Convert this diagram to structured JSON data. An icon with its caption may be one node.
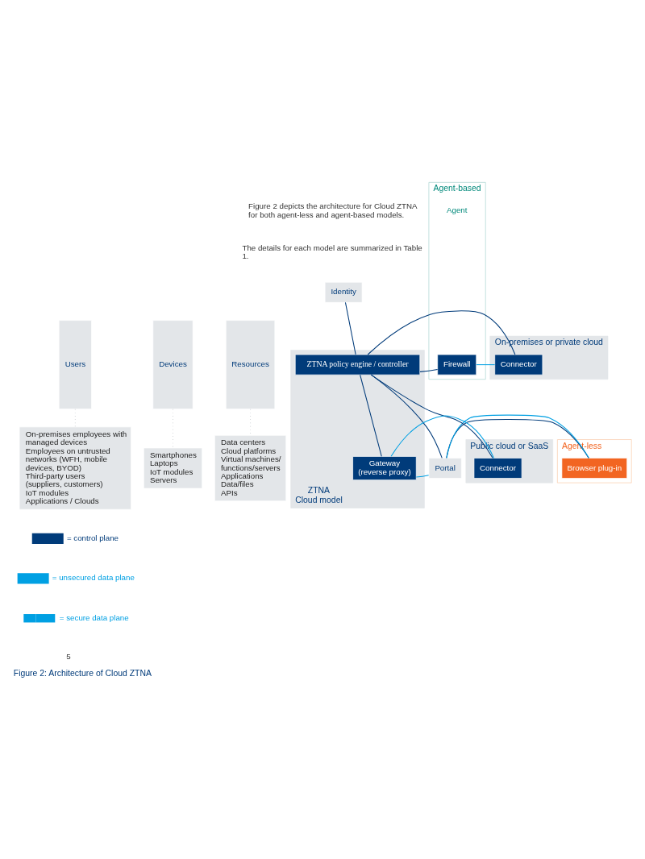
{
  "diagram": {
    "caption": "Figure 2: Architecture of Cloud ZTNA",
    "nodes": [
      {
        "text": [
          "Users"
        ]
      },
      {
        "text": [
          "Devices"
        ]
      },
      {
        "text": [
          "Resources"
        ]
      },
      {
        "text": [
          "Identity"
        ]
      },
      {
        "text": [
          "Agent-based"
        ],
        "beside": [
          "Agent"
        ]
      },
      {
        "text": [
          "Firewall"
        ],
        "in": 4
      },
      {
        "text": [
          "Agent-less"
        ]
      },
      {
        "text": [
          "Browser plug-in"
        ],
        "in": 6
      },
      {
        "text": [
          "ZTNA",
          "Cloud model"
        ]
      },
      {
        "text": [
          "ZTNA policy engine / controller"
        ],
        "in": 8
      },
      {
        "text": [
          "Gateway",
          "(reverse proxy)"
        ],
        "in": 8
      },
      {
        "text": [
          "Portal"
        ]
      },
      {
        "text": [
          "On-premises or private cloud"
        ]
      },
      {
        "text": [
          "Connector"
        ],
        "in": 12
      },
      {
        "text": [
          "Public cloud or SaaS"
        ]
      },
      {
        "text": [
          "Connector"
        ],
        "in": 14
      },
      {
        "text": [
          "On-premises employees with managed devices",
          "Employees on untrusted networks (WFH, mobile devices, BYOD)",
          "Third-party users (suppliers, customers)",
          "IoT modules",
          "Applications / Clouds"
        ]
      },
      {
        "text": [
          "Smartphones",
          "Laptops",
          "IoT modules",
          "Servers"
        ]
      },
      {
        "text": [
          "Data centers",
          "Cloud platforms",
          "Virtual machines/ functions/servers",
          "Applications",
          "Data/files",
          "APIs"
        ]
      }
    ],
    "edges": [
      {
        "from": 3,
        "to": 9,
        "arrow": "none"
      },
      {
        "from": 5,
        "to": 13,
        "arrow": "none",
        "color": "#00a0e3"
      },
      {
        "from": 5,
        "to": 9,
        "arrow": "none"
      },
      {
        "from": 9,
        "to": 13,
        "arrow": "none"
      },
      {
        "from": 9,
        "to": 11,
        "arrow": "none"
      },
      {
        "from": 9,
        "to": 15,
        "arrow": "none"
      },
      {
        "from": 9,
        "to": 10,
        "arrow": "none"
      },
      {
        "from": 7,
        "to": 11,
        "arrow": "none"
      },
      {
        "from": 7,
        "to": 11,
        "arrow": "none",
        "color": "#00a0e3"
      },
      {
        "from": 11,
        "to": 10,
        "arrow": "none",
        "color": "#00a0e3"
      },
      {
        "from": 10,
        "to": 15,
        "arrow": "none",
        "color": "#00a0e3"
      },
      {
        "from": 0,
        "to": 16,
        "arrow": "none",
        "style": "dashed",
        "color": "#c8ccd0"
      },
      {
        "from": 1,
        "to": 17,
        "arrow": "none",
        "style": "dashed",
        "color": "#c8ccd0"
      },
      {
        "from": 2,
        "to": 18,
        "arrow": "none",
        "style": "dashed",
        "color": "#c8ccd0"
      }
    ],
    "labels": [
      "Figure 2 depicts the architecture for Cloud ZTNA for both agent-less and agent-based models.",
      "The details for each model are summarized in Table 1.",
      "5"
    ],
    "legend": [
      {
        "text": "= control plane"
      },
      {
        "text": "= unsecured data plane"
      },
      {
        "text": "= secure data plane"
      }
    ]
  }
}
